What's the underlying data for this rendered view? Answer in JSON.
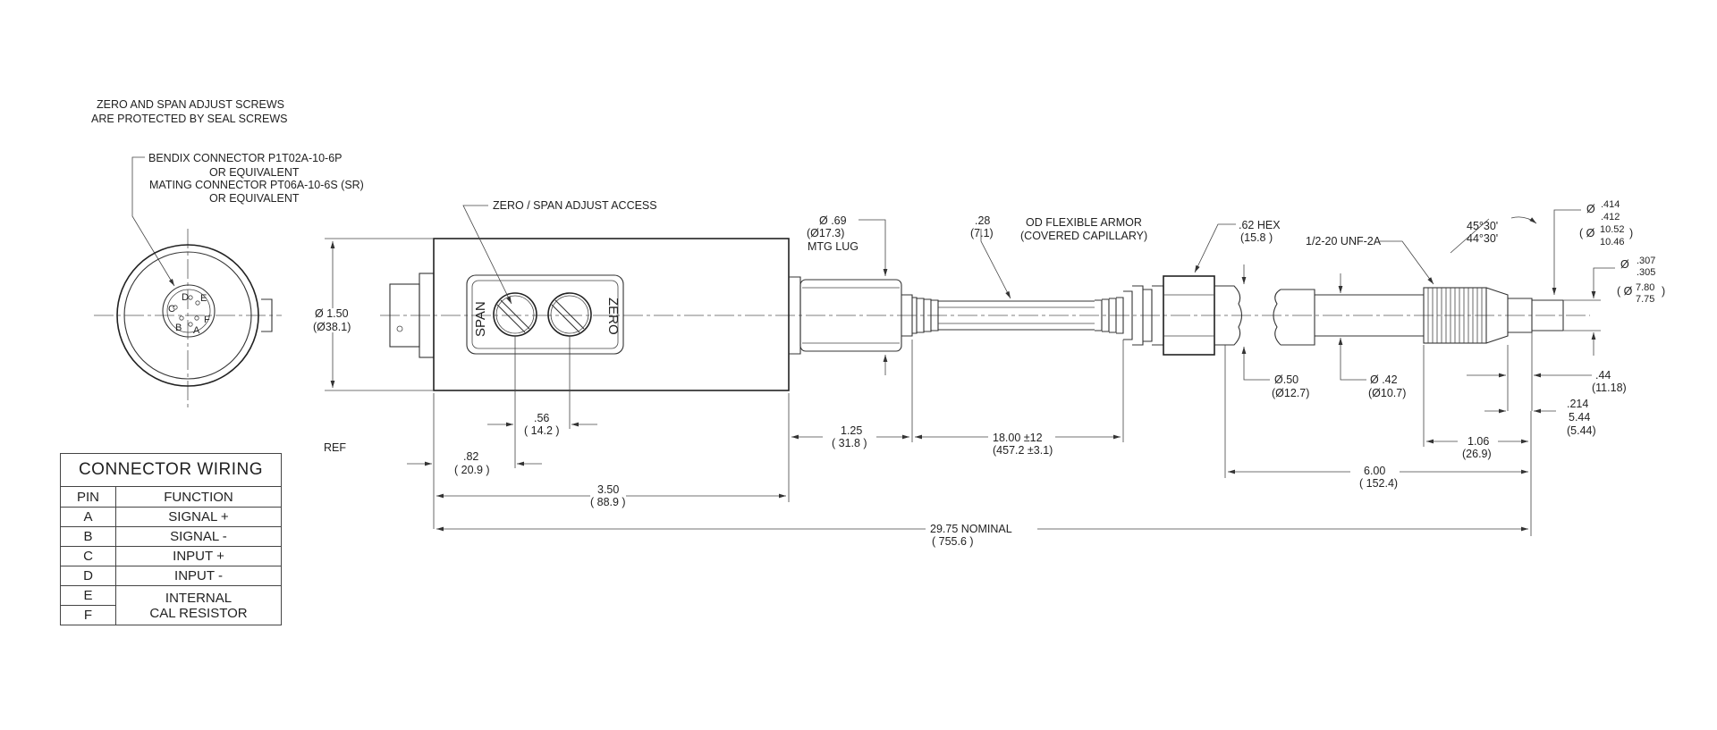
{
  "notes": {
    "seal_line1": "ZERO AND SPAN ADJUST SCREWS",
    "seal_line2": "ARE PROTECTED BY SEAL SCREWS",
    "bendix_line1": "BENDIX  CONNECTOR  P1T02A-10-6P",
    "bendix_line2": "OR  EQUIVALENT",
    "mating_line1": "MATING  CONNECTOR  PT06A-10-6S  (SR)",
    "mating_line2": "OR  EQUIVALENT",
    "zero_span_access": "ZERO / SPAN ADJUST ACCESS",
    "flex_armor_line1": "OD FLEXIBLE ARMOR",
    "flex_armor_line2": "(COVERED CAPILLARY)",
    "ref": "REF",
    "thread": "1/2-20 UNF-2A",
    "span_label": "SPAN",
    "zero_label": "ZERO"
  },
  "connector_pins": [
    "D",
    "E",
    "C",
    "F",
    "B",
    "A"
  ],
  "dimensions": {
    "body_dia": "Ø 1.50",
    "body_dia_mm": "(Ø38.1)",
    "lug_dia": "Ø .69",
    "lug_dia_mm": "(Ø17.3)",
    "lug_label": "MTG LUG",
    "armor_od": ".28",
    "armor_od_mm": "(7.1)",
    "hex": ".62 HEX",
    "hex_mm": "(15.8 )",
    "angle1": "45°30'",
    "angle2": "44°30'",
    "tip_dia_a_prefix": "Ø",
    "tip_dia_a1": ".414",
    "tip_dia_a2": ".412",
    "tip_dia_a_mm_prefix": "( Ø",
    "tip_dia_a_mm1": "10.52",
    "tip_dia_a_mm2": "10.46",
    "tip_dia_a_mm_suffix": ")",
    "tip_dia_b_prefix": "Ø",
    "tip_dia_b1": ".307",
    "tip_dia_b2": ".305",
    "tip_dia_b_mm_prefix": "( Ø",
    "tip_dia_b_mm1": "7.80",
    "tip_dia_b_mm2": "7.75",
    "tip_dia_b_mm_suffix": ")",
    "d050": "Ø.50",
    "d050_mm": "(Ø12.7)",
    "d042": "Ø .42",
    "d042_mm": "(Ø10.7)",
    "d044": ".44",
    "d044_mm": "(11.18)",
    "d214": ".214",
    "d214_b": "5.44",
    "d214_c": "(5.44)",
    "d056": ".56",
    "d056_mm": "( 14.2 )",
    "d125": "1.25",
    "d125_mm": "( 31.8 )",
    "d1800": "18.00 ±12",
    "d1800_mm": "(457.2 ±3.1)",
    "d106": "1.06",
    "d106_mm": "(26.9)",
    "d082": ".82",
    "d082_mm": "( 20.9 )",
    "d600": "6.00",
    "d600_mm": "( 152.4)",
    "d350": "3.50",
    "d350_mm": "( 88.9 )",
    "d2975": "29.75   NOMINAL",
    "d2975_mm": "( 755.6 )"
  },
  "wiring_table": {
    "title": "CONNECTOR  WIRING",
    "col_pin": "PIN",
    "col_function": "FUNCTION",
    "rows": [
      {
        "pin": "A",
        "function": "SIGNAL +"
      },
      {
        "pin": "B",
        "function": "SIGNAL -"
      },
      {
        "pin": "C",
        "function": "INPUT +"
      },
      {
        "pin": "D",
        "function": "INPUT -"
      },
      {
        "pin": "E",
        "function": ""
      },
      {
        "pin": "F",
        "function": ""
      }
    ],
    "merged_function_line1": "INTERNAL",
    "merged_function_line2": "CAL RESISTOR"
  }
}
